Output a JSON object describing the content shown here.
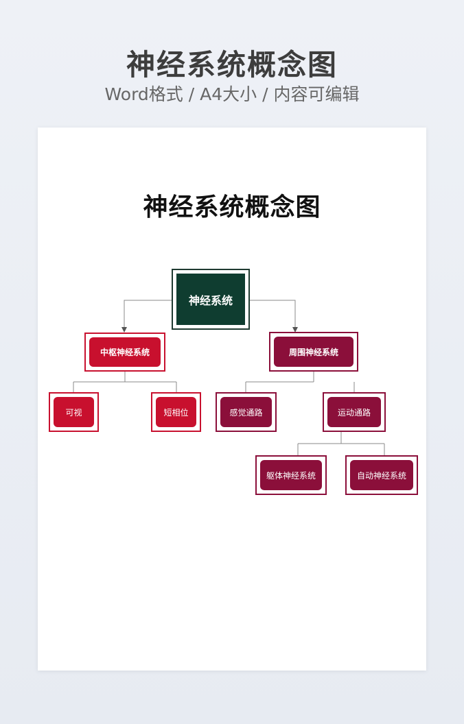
{
  "header": {
    "title": "神经系统概念图",
    "subtitle": "Word格式 / A4大小 / 内容可编辑"
  },
  "document": {
    "title": "神经系统概念图"
  },
  "diagram": {
    "root": "神经系统",
    "central": "中枢神经系统",
    "peripheral": "周围神经系统",
    "central_children": [
      "可视",
      "短相位"
    ],
    "peripheral_children": [
      "感觉通路",
      "运动通路"
    ],
    "motor_children": [
      "躯体神经系统",
      "自动神经系统"
    ]
  },
  "colors": {
    "root_fill": "#0f3d30",
    "central_fill": "#c8102e",
    "peripheral_fill": "#8b0f3a"
  }
}
